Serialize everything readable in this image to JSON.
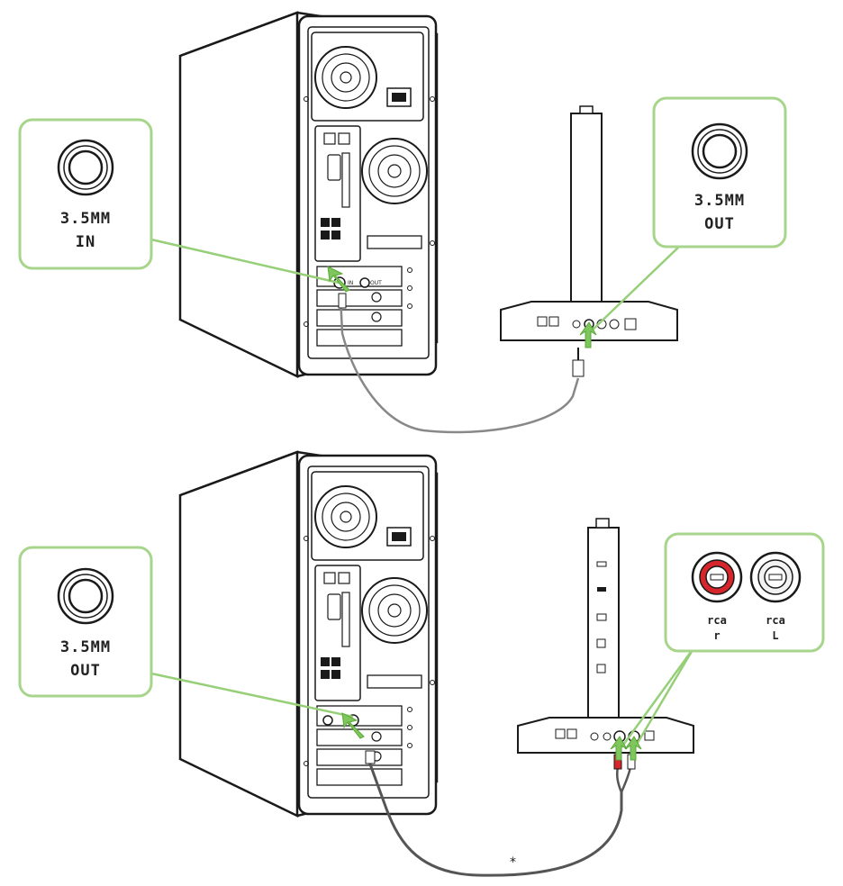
{
  "colors": {
    "callout_border": "#a8d58c",
    "pointer_line": "#96cf78",
    "arrow_green": "#7fc65c",
    "rca_right": "#d6262b",
    "outline": "#1a1a1a",
    "cable_dark": "#555555"
  },
  "top_diagram": {
    "pc_callout": {
      "icon": "jack-icon",
      "line1": "3.5MM",
      "line2": "IN"
    },
    "stand_callout": {
      "icon": "jack-icon",
      "line1": "3.5MM",
      "line2": "OUT"
    },
    "pc_port_labels": {
      "in": "IN",
      "out": "OUT"
    }
  },
  "bottom_diagram": {
    "pc_callout": {
      "icon": "jack-icon",
      "line1": "3.5MM",
      "line2": "OUT"
    },
    "rca_callout": {
      "right": {
        "icon": "rca-red-icon",
        "line1": "rca",
        "line2": "r"
      },
      "left": {
        "icon": "rca-white-icon",
        "line1": "rca",
        "line2": "L"
      }
    },
    "cable_note": "*"
  }
}
